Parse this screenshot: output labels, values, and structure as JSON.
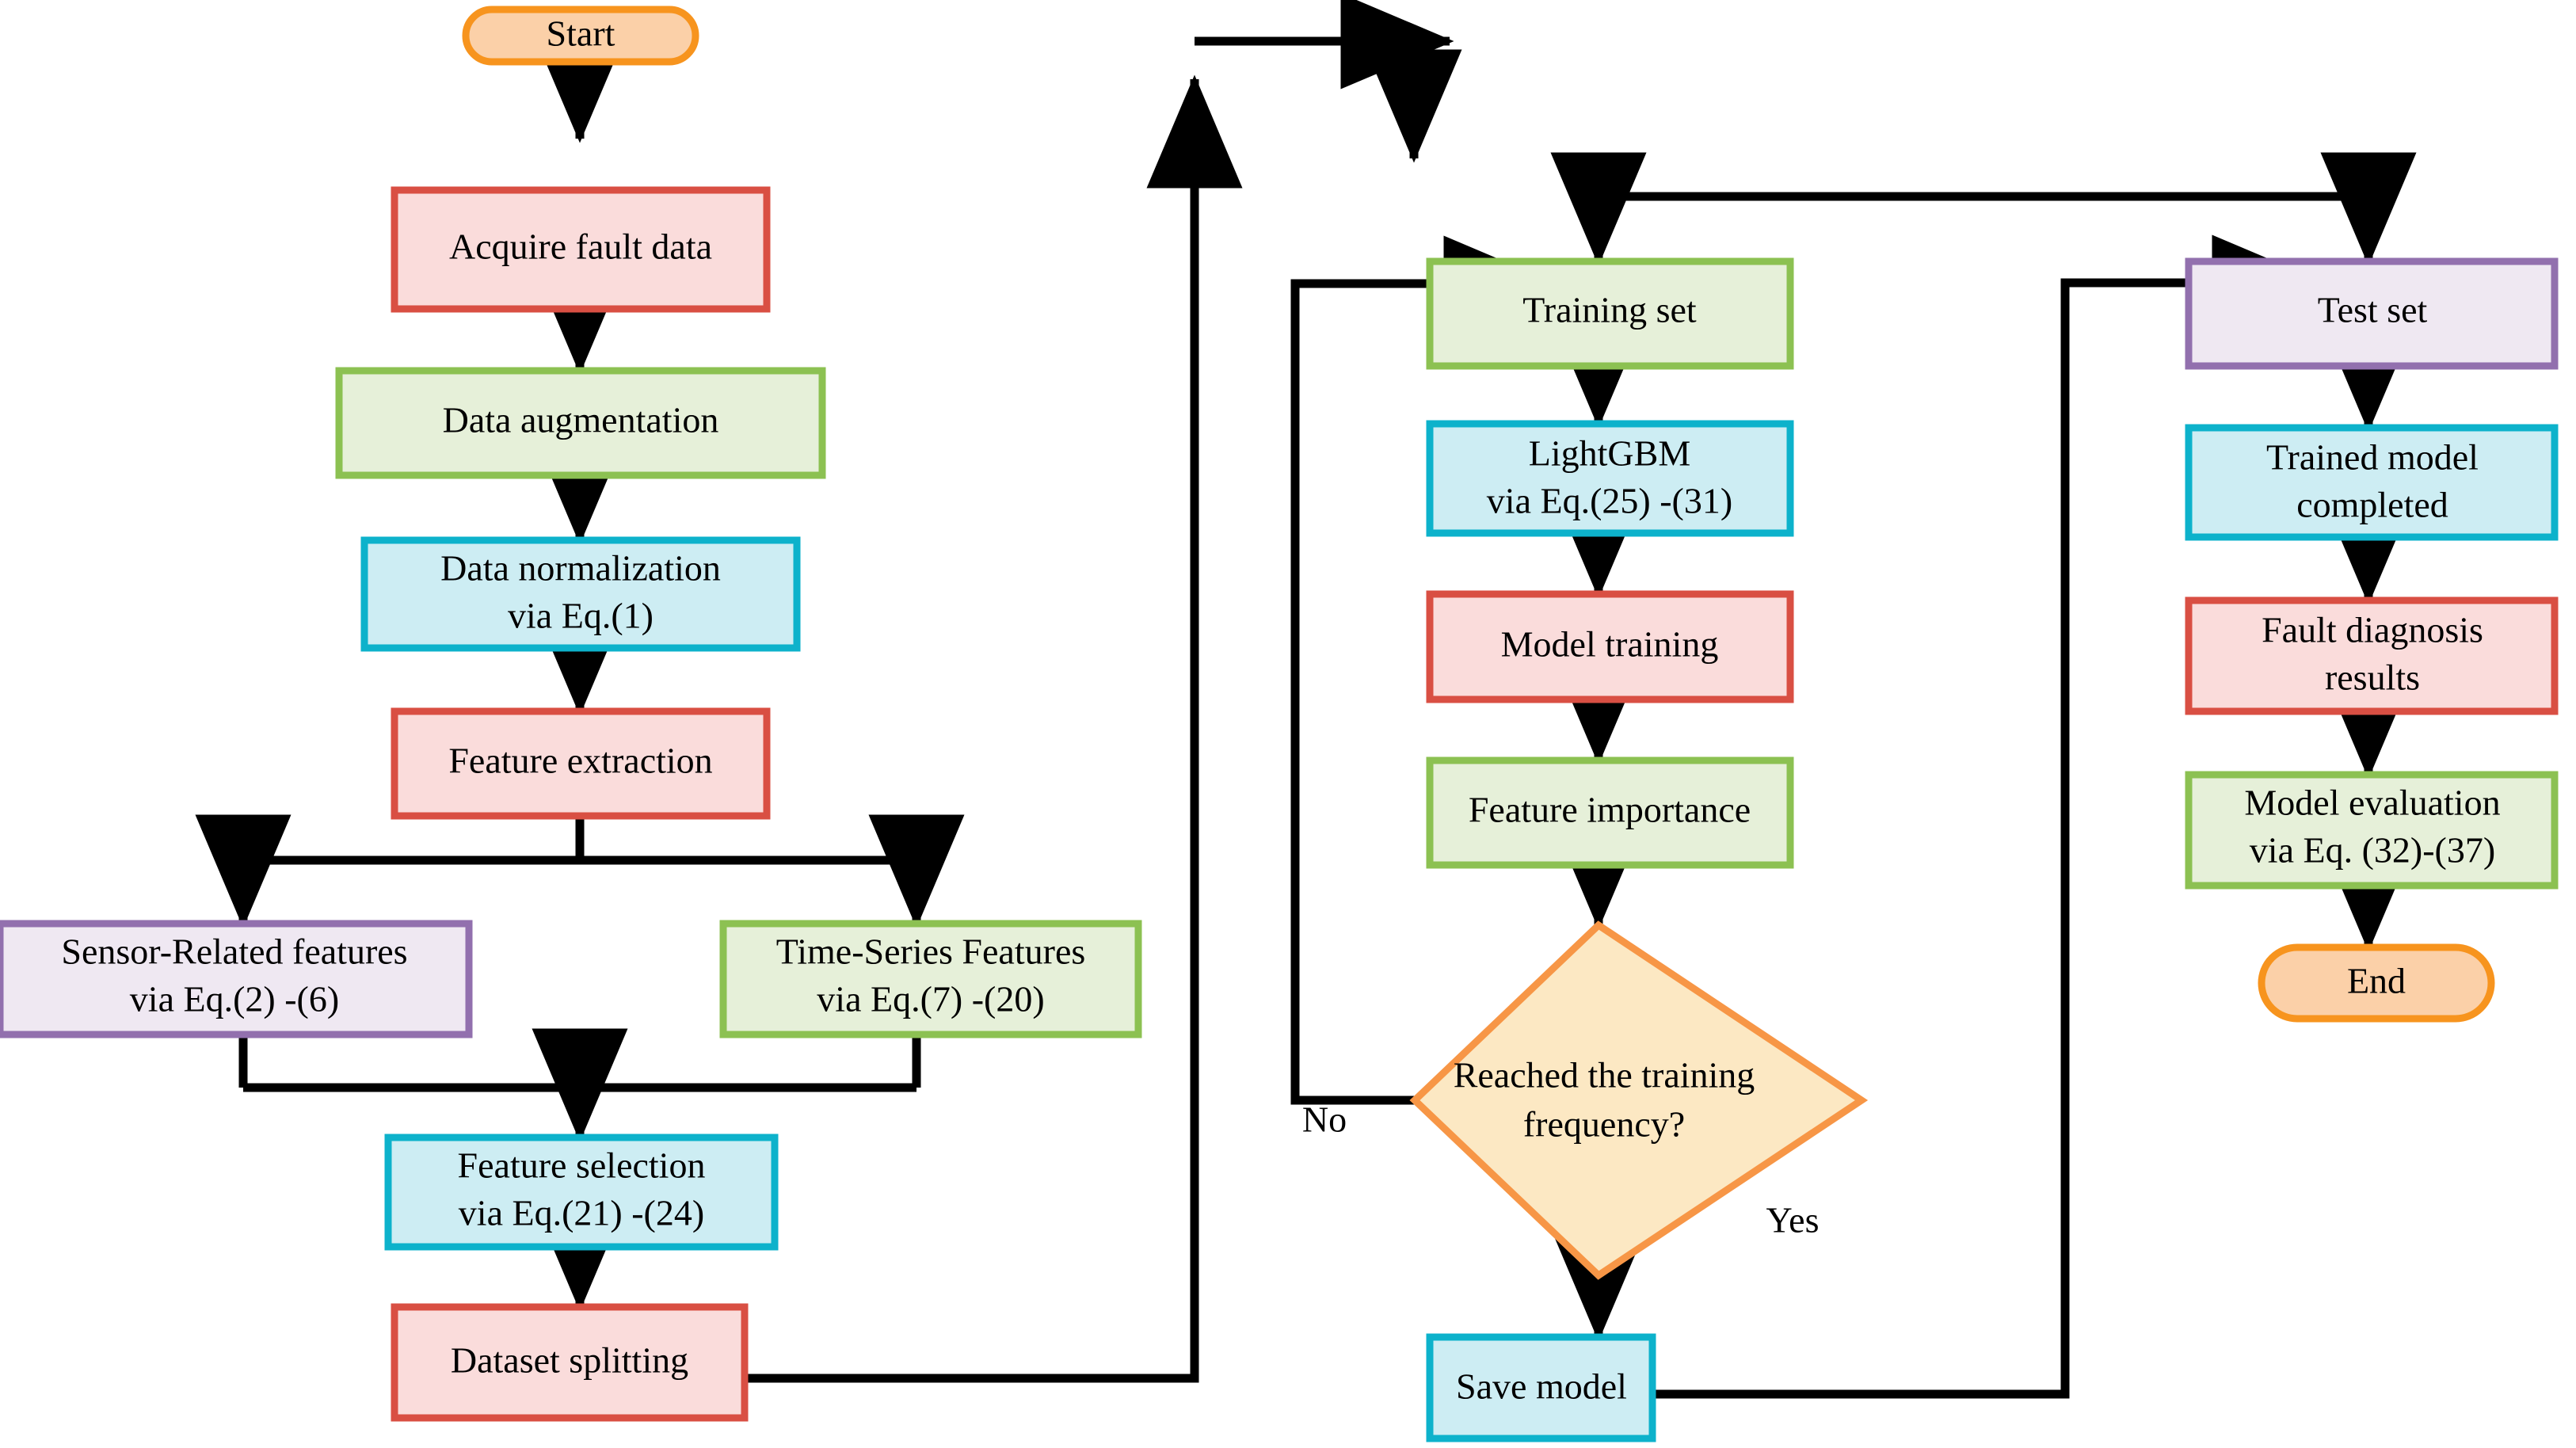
{
  "diagram": {
    "title": "Fault diagnosis workflow flowchart",
    "type": "flowchart",
    "background": "#ffffff",
    "connector_color": "#000000"
  },
  "palette": {
    "orange_stroke": "#F7941E",
    "orange_fill": "#FBD0A8",
    "diamond_stroke": "#F79646",
    "diamond_fill": "#FCE8C3",
    "red_stroke": "#D94F43",
    "red_fill": "#FADCDB",
    "green_stroke": "#8CC152",
    "green_fill": "#E6F0D9",
    "cyan_stroke": "#0DB2CB",
    "cyan_fill": "#CDEDF3",
    "purple_stroke": "#9270AE",
    "purple_fill": "#EFE8F2"
  },
  "nodes": {
    "start": {
      "label": "Start",
      "shape": "stadium"
    },
    "acquire": {
      "label": "Acquire fault data",
      "shape": "rect"
    },
    "augment": {
      "label": "Data augmentation",
      "shape": "rect"
    },
    "normalize_l1": {
      "label": "Data normalization",
      "shape": "rect"
    },
    "normalize_l2": {
      "label": "via Eq.(1)"
    },
    "extract": {
      "label": "Feature extraction",
      "shape": "rect"
    },
    "sensor_l1": {
      "label": "Sensor-Related features",
      "shape": "rect"
    },
    "sensor_l2": {
      "label": "via Eq.(2) -(6)"
    },
    "timeseries_l1": {
      "label": "Time-Series Features",
      "shape": "rect"
    },
    "timeseries_l2": {
      "label": "via Eq.(7) -(20)"
    },
    "selection_l1": {
      "label": "Feature selection",
      "shape": "rect"
    },
    "selection_l2": {
      "label": "via Eq.(21) -(24)"
    },
    "splitting": {
      "label": "Dataset splitting",
      "shape": "rect"
    },
    "training_set": {
      "label": "Training set",
      "shape": "rect"
    },
    "lightgbm_l1": {
      "label": "LightGBM",
      "shape": "rect"
    },
    "lightgbm_l2": {
      "label": "via Eq.(25) -(31)"
    },
    "model_training": {
      "label": "Model training",
      "shape": "rect"
    },
    "feat_importance": {
      "label": "Feature importance",
      "shape": "rect"
    },
    "decision_l1": {
      "label": "Reached the training",
      "shape": "diamond"
    },
    "decision_l2": {
      "label": "frequency?"
    },
    "save_model": {
      "label": "Save model",
      "shape": "rect"
    },
    "test_set": {
      "label": "Test set",
      "shape": "rect"
    },
    "trained_l1": {
      "label": "Trained model",
      "shape": "rect"
    },
    "trained_l2": {
      "label": "completed"
    },
    "fault_l1": {
      "label": "Fault diagnosis",
      "shape": "rect"
    },
    "fault_l2": {
      "label": "results"
    },
    "evaluation_l1": {
      "label": "Model evaluation",
      "shape": "rect"
    },
    "evaluation_l2": {
      "label": "via Eq. (32)-(37)"
    },
    "end": {
      "label": "End",
      "shape": "stadium"
    }
  },
  "edge_labels": {
    "no": "No",
    "yes": "Yes"
  }
}
